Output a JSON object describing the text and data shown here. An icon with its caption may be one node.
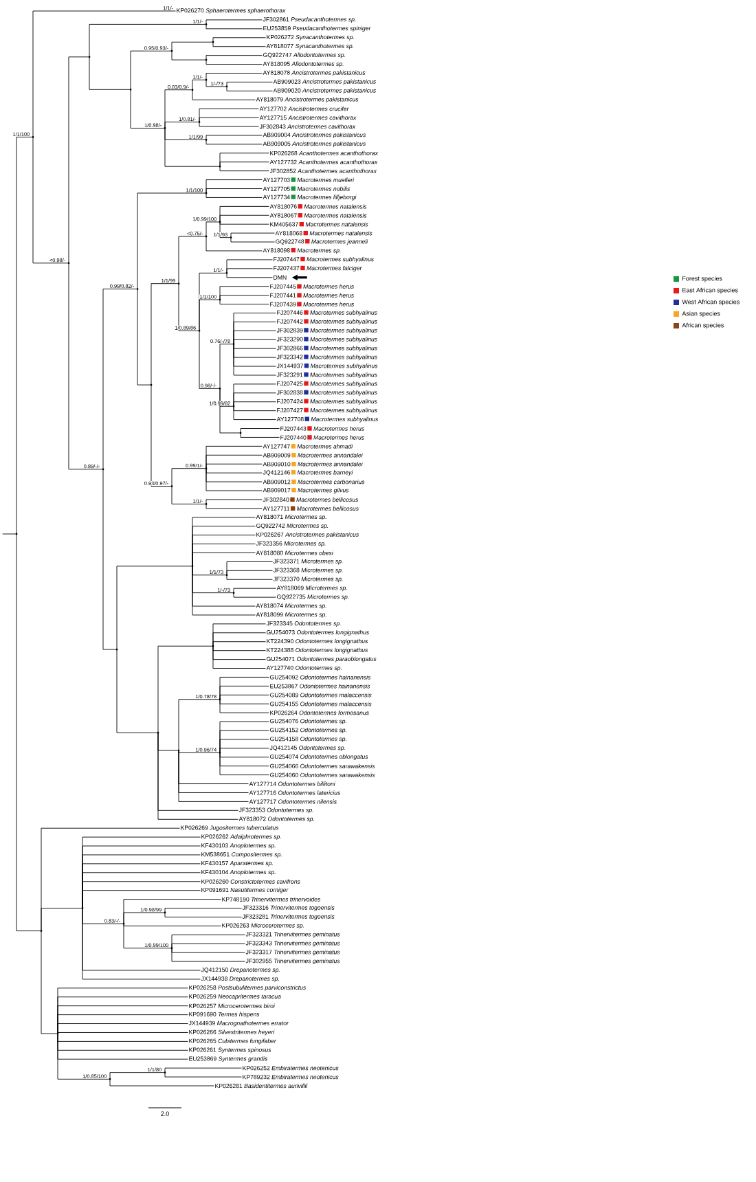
{
  "diagram": {
    "nodes": [
      {
        "text": [
          "KP026270",
          "Sphaerotermes sphaerothorax"
        ]
      },
      {
        "text": [
          "JF302861",
          "Pseudacanthotermes sp."
        ]
      },
      {
        "text": [
          "EU253859",
          "Pseudacanthotermes spiniger"
        ]
      },
      {
        "text": [
          "KP026272",
          "Synacanthotermes sp."
        ]
      },
      {
        "text": [
          "AY818077",
          "Synacanthotermes sp."
        ]
      },
      {
        "text": [
          "GQ922747",
          "Allodontotermes sp."
        ]
      },
      {
        "text": [
          "AY818095",
          "Allodontotermes sp."
        ]
      },
      {
        "text": [
          "AY818078",
          "Ancistrotermes pakistanicus"
        ]
      },
      {
        "text": [
          "AB909023",
          "Ancistrotermes pakistanicus"
        ]
      },
      {
        "text": [
          "AB909020",
          "Ancistrotermes pakistanicus"
        ]
      },
      {
        "text": [
          "AY818079",
          "Ancistrotermes pakistanicus"
        ]
      },
      {
        "text": [
          "AY127702",
          "Ancistrotermes crucifer"
        ]
      },
      {
        "text": [
          "AY127715",
          "Ancistrotermes cavithorax"
        ]
      },
      {
        "text": [
          "JF302843",
          "Ancistrotermes cavithorax"
        ]
      },
      {
        "text": [
          "AB909004",
          "Ancistrotermes pakistanicus"
        ]
      },
      {
        "text": [
          "AB909005",
          "Ancistrotermes pakistanicus"
        ]
      },
      {
        "text": [
          "KP026268",
          "Acanthotermes acanthothorax"
        ]
      },
      {
        "text": [
          "AY127732",
          "Acanthotermes acanthothorax"
        ]
      },
      {
        "text": [
          "JF302852",
          "Acanthotermes acanthothorax"
        ]
      },
      {
        "text": [
          "AY127703",
          "Macrotermes muelleri"
        ]
      },
      {
        "text": [
          "AY127705",
          "Macrotermes nobilis"
        ]
      },
      {
        "text": [
          "AY127734",
          "Macrotermes lilljeborgi"
        ]
      },
      {
        "text": [
          "AY818076",
          "Macrotermes natalensis"
        ]
      },
      {
        "text": [
          "AY818067",
          "Macrotermes natalensis"
        ]
      },
      {
        "text": [
          "KM405637",
          "Macrotermes natalensis"
        ]
      },
      {
        "text": [
          "AY818068",
          "Macrotermes natalensis"
        ]
      },
      {
        "text": [
          "GQ922748",
          "Macrotermes jeanneli"
        ]
      },
      {
        "text": [
          "AY818098",
          "Macrotermes sp."
        ]
      },
      {
        "text": [
          "FJ207447",
          "Macrotermes subhyalinus"
        ]
      },
      {
        "text": [
          "FJ207437",
          "Macrotermes falciger"
        ]
      },
      {
        "text": [
          "DMN"
        ]
      },
      {
        "text": [
          "FJ207445",
          "Macrotermes herus"
        ]
      },
      {
        "text": [
          "FJ207441",
          "Macrotermes herus"
        ]
      },
      {
        "text": [
          "FJ207439",
          "Macrotermes herus"
        ]
      },
      {
        "text": [
          "FJ207446",
          "Macrotermes subhyalinus"
        ]
      },
      {
        "text": [
          "FJ207442",
          "Macrotermes subhyalinus"
        ]
      },
      {
        "text": [
          "JF302839",
          "Macrotermes subhyalinus"
        ]
      },
      {
        "text": [
          "JF323290",
          "Macrotermes subhyalinus"
        ]
      },
      {
        "text": [
          "JF302866",
          "Macrotermes subhyalinus"
        ]
      },
      {
        "text": [
          "JF323342",
          "Macrotermes subhyalinus"
        ]
      },
      {
        "text": [
          "JX144937",
          "Macrotermes subhyalinus"
        ]
      },
      {
        "text": [
          "JF323291",
          "Macrotermes subhyalinus"
        ]
      },
      {
        "text": [
          "FJ207425",
          "Macrotermes subhyalinus"
        ]
      },
      {
        "text": [
          "JF302838",
          "Macrotermes subhyalinus"
        ]
      },
      {
        "text": [
          "FJ207424",
          "Macrotermes subhyalinus"
        ]
      },
      {
        "text": [
          "FJ207427",
          "Macrotermes subhyalinus"
        ]
      },
      {
        "text": [
          "AY127708",
          "Macrotermes subhyalinus"
        ]
      },
      {
        "text": [
          "FJ207443",
          "Macrotermes herus"
        ]
      },
      {
        "text": [
          "FJ207440",
          "Macrotermes herus"
        ]
      },
      {
        "text": [
          "AY127747",
          "Macrotermes ahmadi"
        ]
      },
      {
        "text": [
          "AB909009",
          "Macrotermes annandalei"
        ]
      },
      {
        "text": [
          "AB909010",
          "Macrotermes annandalei"
        ]
      },
      {
        "text": [
          "JQ412146",
          "Macrotermes barneyi"
        ]
      },
      {
        "text": [
          "AB909012",
          "Macrotermes carbonarius"
        ]
      },
      {
        "text": [
          "AB909017",
          "Macrotermes gilvus"
        ]
      },
      {
        "text": [
          "JF302840",
          "Macrotermes bellicosus"
        ]
      },
      {
        "text": [
          "AY127711",
          "Macrotermes bellicosus"
        ]
      },
      {
        "text": [
          "AY818071",
          "Microtermes sp."
        ]
      },
      {
        "text": [
          "GQ922742",
          "Microtermes sp."
        ]
      },
      {
        "text": [
          "KP026267",
          "Ancistrotermes pakistanicus"
        ]
      },
      {
        "text": [
          "JF323356",
          "Microtermes sp."
        ]
      },
      {
        "text": [
          "AY818080",
          "Microtermes obesi"
        ]
      },
      {
        "text": [
          "JF323371",
          "Microtermes sp."
        ]
      },
      {
        "text": [
          "JF323368",
          "Microtermes sp."
        ]
      },
      {
        "text": [
          "JF323370",
          "Microtermes sp."
        ]
      },
      {
        "text": [
          "AY818069",
          "Microtermes sp."
        ]
      },
      {
        "text": [
          "GQ922735",
          "Microtermes sp."
        ]
      },
      {
        "text": [
          "AY818074",
          "Microtermes sp."
        ]
      },
      {
        "text": [
          "AY818099",
          "Microtermes sp."
        ]
      },
      {
        "text": [
          "JF323345",
          "Odontotermes sp."
        ]
      },
      {
        "text": [
          "GU254073",
          "Odontotermes longignathus"
        ]
      },
      {
        "text": [
          "KT224390",
          "Odontotermes longignathus"
        ]
      },
      {
        "text": [
          "KT224388",
          "Odontotermes longignathus"
        ]
      },
      {
        "text": [
          "GU254071",
          "Odontotermes paraoblongatus"
        ]
      },
      {
        "text": [
          "AY127740",
          "Odontotermes sp."
        ]
      },
      {
        "text": [
          "GU254092",
          "Odontotermes hainanensis"
        ]
      },
      {
        "text": [
          "EU253867",
          "Odontotermes hainanensis"
        ]
      },
      {
        "text": [
          "GU254089",
          "Odontotermes malaccensis"
        ]
      },
      {
        "text": [
          "GU254155",
          "Odontotermes malaccensis"
        ]
      },
      {
        "text": [
          "KP026264",
          "Odontotermes formosanus"
        ]
      },
      {
        "text": [
          "GU254076",
          "Odontotermes sp."
        ]
      },
      {
        "text": [
          "GU254152",
          "Odontotermes sp."
        ]
      },
      {
        "text": [
          "GU254158",
          "Odontotermes sp."
        ]
      },
      {
        "text": [
          "JQ412145",
          "Odontotermes sp."
        ]
      },
      {
        "text": [
          "GU254074",
          "Odontotermes oblongatus"
        ]
      },
      {
        "text": [
          "GU254066",
          "Odontotermes sarawakensis"
        ]
      },
      {
        "text": [
          "GU254060",
          "Odontotermes sarawakensis"
        ]
      },
      {
        "text": [
          "AY127714",
          "Odontotermes billitoni"
        ]
      },
      {
        "text": [
          "AY127716",
          "Odontotermes latericius"
        ]
      },
      {
        "text": [
          "AY127717",
          "Odontotermes nilensis"
        ]
      },
      {
        "text": [
          "JF323353",
          "Odontotermes sp."
        ]
      },
      {
        "text": [
          "AY818072",
          "Odontotermes sp."
        ]
      },
      {
        "text": [
          "KP026269",
          "Jugositermes tuberculatus"
        ]
      },
      {
        "text": [
          "KP026262",
          "Adaiphrotermes sp."
        ]
      },
      {
        "text": [
          "KF430103",
          "Anoplotermes sp."
        ]
      },
      {
        "text": [
          "KM538651",
          "Compositermes sp."
        ]
      },
      {
        "text": [
          "KF430157",
          "Aparatermes sp."
        ]
      },
      {
        "text": [
          "KF430104",
          "Anoplotermes sp."
        ]
      },
      {
        "text": [
          "KP026260",
          "Constrictotermes cavifrons"
        ]
      },
      {
        "text": [
          "KP091691",
          "Nasutitermes corniger"
        ]
      },
      {
        "text": [
          "KP748190",
          "Trinervitermes trinervoides"
        ]
      },
      {
        "text": [
          "JF323316",
          "Trinervitermes togoensis"
        ]
      },
      {
        "text": [
          "JF323281",
          "Trinervitermes togoensis"
        ]
      },
      {
        "text": [
          "KP026263",
          "Microcerotermes sp."
        ]
      },
      {
        "text": [
          "JF323321",
          "Trinervitermes geminatus"
        ]
      },
      {
        "text": [
          "JF323343",
          "Trinervitermes geminatus"
        ]
      },
      {
        "text": [
          "JF323317",
          "Trinervitermes geminatus"
        ]
      },
      {
        "text": [
          "JF302955",
          "Trinervitermes geminatus"
        ]
      },
      {
        "text": [
          "JQ412150",
          "Drepanotermes sp."
        ]
      },
      {
        "text": [
          "JX144938",
          "Drepanotermes sp."
        ]
      },
      {
        "text": [
          "KP026258",
          "Postsubulitermes parviconstrictus"
        ]
      },
      {
        "text": [
          "KP026259",
          "Neocapritermes taracua"
        ]
      },
      {
        "text": [
          "KP026257",
          "Microcerotermes biroi"
        ]
      },
      {
        "text": [
          "KP091690",
          "Termes hispens"
        ]
      },
      {
        "text": [
          "JX144939",
          "Macrognathotermes errator"
        ]
      },
      {
        "text": [
          "KP026266",
          "Silvestritermes heyeri"
        ]
      },
      {
        "text": [
          "KP026265",
          "Cubitermes fungifaber"
        ]
      },
      {
        "text": [
          "KP026261",
          "Syntermes spinosus"
        ]
      },
      {
        "text": [
          "EU253869",
          "Syntermes grandis"
        ]
      },
      {
        "text": [
          "KP026252",
          "Embiratermes neotenicus"
        ]
      },
      {
        "text": [
          "KP789232",
          "Embiratermes neotenicus"
        ]
      },
      {
        "text": [
          "KP026281",
          "Basidentitermes aurivillii"
        ]
      },
      {
        "text": [],
        "shape": "dot"
      },
      {
        "text": [],
        "shape": "dot"
      },
      {
        "text": [],
        "shape": "dot"
      },
      {
        "text": [],
        "shape": "dot"
      },
      {
        "text": [],
        "shape": "dot"
      },
      {
        "text": [],
        "shape": "dot"
      },
      {
        "text": [],
        "shape": "dot"
      },
      {
        "text": [],
        "shape": "dot"
      },
      {
        "text": [],
        "shape": "dot"
      },
      {
        "text": [],
        "shape": "dot"
      },
      {
        "text": [],
        "shape": "dot"
      },
      {
        "text": [],
        "shape": "dot"
      },
      {
        "text": [],
        "shape": "dot"
      },
      {
        "text": [],
        "shape": "dot"
      },
      {
        "text": [],
        "shape": "dot"
      },
      {
        "text": [],
        "shape": "dot"
      },
      {
        "text": [],
        "shape": "dot"
      },
      {
        "text": [],
        "shape": "dot"
      },
      {
        "text": [],
        "shape": "dot"
      },
      {
        "text": [],
        "shape": "dot"
      },
      {
        "text": [],
        "shape": "dot"
      },
      {
        "text": [],
        "shape": "dot"
      },
      {
        "text": [],
        "shape": "dot"
      },
      {
        "text": [],
        "shape": "dot"
      },
      {
        "text": [],
        "shape": "dot"
      },
      {
        "text": [],
        "shape": "dot"
      },
      {
        "text": [],
        "shape": "dot"
      },
      {
        "text": [],
        "shape": "dot"
      },
      {
        "text": [],
        "shape": "dot"
      },
      {
        "text": [],
        "shape": "dot"
      },
      {
        "text": [],
        "shape": "dot"
      },
      {
        "text": [],
        "shape": "dot"
      },
      {
        "text": [],
        "shape": "dot"
      },
      {
        "text": [],
        "shape": "dot"
      },
      {
        "text": [],
        "shape": "dot"
      },
      {
        "text": [],
        "shape": "dot"
      },
      {
        "text": [],
        "shape": "dot"
      },
      {
        "text": [],
        "shape": "dot"
      },
      {
        "text": [],
        "shape": "dot"
      },
      {
        "text": [],
        "shape": "dot"
      },
      {
        "text": [],
        "shape": "dot"
      },
      {
        "text": [],
        "shape": "dot"
      },
      {
        "text": [],
        "shape": "dot"
      },
      {
        "text": [],
        "shape": "dot"
      },
      {
        "text": [],
        "shape": "dot"
      },
      {
        "text": [],
        "shape": "dot"
      },
      {
        "text": [],
        "shape": "dot"
      },
      {
        "text": [],
        "shape": "dot"
      },
      {
        "text": [],
        "shape": "dot"
      },
      {
        "text": [],
        "shape": "dot"
      },
      {
        "text": [],
        "shape": "dot"
      }
    ],
    "edges": [
      {
        "from": null,
        "to": 122,
        "arrow": "none"
      },
      {
        "from": 122,
        "to": 123,
        "arrow": "none",
        "label": "1/1/100"
      },
      {
        "from": 122,
        "to": 165,
        "arrow": "none"
      },
      {
        "from": 123,
        "to": 0,
        "arrow": "none",
        "label": "1/1/-"
      },
      {
        "from": 123,
        "to": 124,
        "arrow": "none",
        "label": "<0.98/-"
      },
      {
        "from": 124,
        "to": 125,
        "arrow": "none"
      },
      {
        "from": 124,
        "to": 138,
        "arrow": "none",
        "label": "0.89/-/-"
      },
      {
        "from": 125,
        "to": 126,
        "arrow": "none",
        "label": "1/1/-"
      },
      {
        "from": 125,
        "to": 127,
        "arrow": "none"
      },
      {
        "from": 126,
        "to": 1,
        "arrow": "none"
      },
      {
        "from": 126,
        "to": 2,
        "arrow": "none"
      },
      {
        "from": 127,
        "to": 128,
        "arrow": "none",
        "label": "0.95/0.93/-"
      },
      {
        "from": 127,
        "to": 131,
        "arrow": "none",
        "label": "1/0.98/-"
      },
      {
        "from": 128,
        "to": 129,
        "arrow": "none"
      },
      {
        "from": 128,
        "to": 130,
        "arrow": "none"
      },
      {
        "from": 129,
        "to": 3,
        "arrow": "none"
      },
      {
        "from": 129,
        "to": 4,
        "arrow": "none"
      },
      {
        "from": 130,
        "to": 5,
        "arrow": "none"
      },
      {
        "from": 130,
        "to": 6,
        "arrow": "none"
      },
      {
        "from": 131,
        "to": 132,
        "arrow": "none",
        "label": "0.83/0.9/-"
      },
      {
        "from": 131,
        "to": 135,
        "arrow": "none",
        "label": "1/0.81/-"
      },
      {
        "from": 131,
        "to": 136,
        "arrow": "none",
        "label": "1/1/99"
      },
      {
        "from": 131,
        "to": 137,
        "arrow": "none"
      },
      {
        "from": 132,
        "to": 133,
        "arrow": "none",
        "label": "1/1/-"
      },
      {
        "from": 132,
        "to": 10,
        "arrow": "none"
      },
      {
        "from": 133,
        "to": 7,
        "arrow": "none"
      },
      {
        "from": 133,
        "to": 134,
        "arrow": "none",
        "label": "1/-/73"
      },
      {
        "from": 134,
        "to": 8,
        "arrow": "none"
      },
      {
        "from": 134,
        "to": 9,
        "arrow": "none"
      },
      {
        "from": 135,
        "to": 11,
        "arrow": "none"
      },
      {
        "from": 135,
        "to": 12,
        "arrow": "none"
      },
      {
        "from": 135,
        "to": 13,
        "arrow": "none"
      },
      {
        "from": 136,
        "to": 14,
        "arrow": "none"
      },
      {
        "from": 136,
        "to": 15,
        "arrow": "none"
      },
      {
        "from": 137,
        "to": 16,
        "arrow": "none"
      },
      {
        "from": 137,
        "to": 17,
        "arrow": "none"
      },
      {
        "from": 137,
        "to": 18,
        "arrow": "none"
      },
      {
        "from": 138,
        "to": 139,
        "arrow": "none",
        "label": "0.99/0.82/-"
      },
      {
        "from": 138,
        "to": 156,
        "arrow": "none"
      },
      {
        "from": 139,
        "to": 140,
        "arrow": "none",
        "label": "1/1/100"
      },
      {
        "from": 139,
        "to": 141,
        "arrow": "none"
      },
      {
        "from": 140,
        "to": 19,
        "arrow": "none"
      },
      {
        "from": 140,
        "to": 20,
        "arrow": "none"
      },
      {
        "from": 140,
        "to": 21,
        "arrow": "none"
      },
      {
        "from": 141,
        "to": 142,
        "arrow": "none",
        "label": "1/1/99"
      },
      {
        "from": 141,
        "to": 153,
        "arrow": "none",
        "label": "0.93/0.97/-"
      },
      {
        "from": 142,
        "to": 143,
        "arrow": "none",
        "label": "<0.75/-"
      },
      {
        "from": 142,
        "to": 146,
        "arrow": "none",
        "label": "1/0.89/86"
      },
      {
        "from": 143,
        "to": 144,
        "arrow": "none",
        "label": "1/0.99/100"
      },
      {
        "from": 143,
        "to": 27,
        "arrow": "none"
      },
      {
        "from": 144,
        "to": 22,
        "arrow": "none"
      },
      {
        "from": 144,
        "to": 23,
        "arrow": "none"
      },
      {
        "from": 144,
        "to": 24,
        "arrow": "none"
      },
      {
        "from": 144,
        "to": 145,
        "arrow": "none",
        "label": "1/1/93"
      },
      {
        "from": 145,
        "to": 25,
        "arrow": "none"
      },
      {
        "from": 145,
        "to": 26,
        "arrow": "none"
      },
      {
        "from": 146,
        "to": 147,
        "arrow": "none",
        "label": "1/1/-"
      },
      {
        "from": 146,
        "to": 148,
        "arrow": "none",
        "label": "1/1/100"
      },
      {
        "from": 146,
        "to": 149,
        "arrow": "none",
        "label": "0.98/-/-"
      },
      {
        "from": 147,
        "to": 28,
        "arrow": "none"
      },
      {
        "from": 147,
        "to": 29,
        "arrow": "none"
      },
      {
        "from": 147,
        "to": 30,
        "arrow": "none"
      },
      {
        "from": 148,
        "to": 31,
        "arrow": "none"
      },
      {
        "from": 148,
        "to": 32,
        "arrow": "none"
      },
      {
        "from": 148,
        "to": 33,
        "arrow": "none"
      },
      {
        "from": 149,
        "to": 150,
        "arrow": "none",
        "label": "0.76/-/78"
      },
      {
        "from": 149,
        "to": 151,
        "arrow": "none",
        "label": "1/0.99/82"
      },
      {
        "from": 149,
        "to": 152,
        "arrow": "none"
      },
      {
        "from": 150,
        "to": 34,
        "arrow": "none"
      },
      {
        "from": 150,
        "to": 35,
        "arrow": "none"
      },
      {
        "from": 150,
        "to": 36,
        "arrow": "none"
      },
      {
        "from": 150,
        "to": 37,
        "arrow": "none"
      },
      {
        "from": 150,
        "to": 38,
        "arrow": "none"
      },
      {
        "from": 150,
        "to": 39,
        "arrow": "none"
      },
      {
        "from": 150,
        "to": 40,
        "arrow": "none"
      },
      {
        "from": 150,
        "to": 41,
        "arrow": "none"
      },
      {
        "from": 151,
        "to": 42,
        "arrow": "none"
      },
      {
        "from": 151,
        "to": 43,
        "arrow": "none"
      },
      {
        "from": 151,
        "to": 44,
        "arrow": "none"
      },
      {
        "from": 151,
        "to": 45,
        "arrow": "none"
      },
      {
        "from": 151,
        "to": 46,
        "arrow": "none"
      },
      {
        "from": 152,
        "to": 47,
        "arrow": "none"
      },
      {
        "from": 152,
        "to": 48,
        "arrow": "none"
      },
      {
        "from": 153,
        "to": 154,
        "arrow": "none",
        "label": "0.99/1/-"
      },
      {
        "from": 153,
        "to": 155,
        "arrow": "none",
        "label": "1/1/-"
      },
      {
        "from": 154,
        "to": 49,
        "arrow": "none"
      },
      {
        "from": 154,
        "to": 50,
        "arrow": "none"
      },
      {
        "from": 154,
        "to": 51,
        "arrow": "none"
      },
      {
        "from": 154,
        "to": 52,
        "arrow": "none"
      },
      {
        "from": 154,
        "to": 53,
        "arrow": "none"
      },
      {
        "from": 154,
        "to": 54,
        "arrow": "none"
      },
      {
        "from": 155,
        "to": 55,
        "arrow": "none"
      },
      {
        "from": 155,
        "to": 56,
        "arrow": "none"
      },
      {
        "from": 156,
        "to": 157,
        "arrow": "none"
      },
      {
        "from": 156,
        "to": 160,
        "arrow": "none"
      },
      {
        "from": 157,
        "to": 57,
        "arrow": "none"
      },
      {
        "from": 157,
        "to": 58,
        "arrow": "none"
      },
      {
        "from": 157,
        "to": 59,
        "arrow": "none"
      },
      {
        "from": 157,
        "to": 60,
        "arrow": "none"
      },
      {
        "from": 157,
        "to": 61,
        "arrow": "none"
      },
      {
        "from": 157,
        "to": 158,
        "arrow": "none",
        "label": "1/1/73"
      },
      {
        "from": 157,
        "to": 159,
        "arrow": "none",
        "label": "1/-/73"
      },
      {
        "from": 157,
        "to": 67,
        "arrow": "none"
      },
      {
        "from": 157,
        "to": 68,
        "arrow": "none"
      },
      {
        "from": 158,
        "to": 62,
        "arrow": "none"
      },
      {
        "from": 158,
        "to": 63,
        "arrow": "none"
      },
      {
        "from": 158,
        "to": 64,
        "arrow": "none"
      },
      {
        "from": 159,
        "to": 65,
        "arrow": "none"
      },
      {
        "from": 159,
        "to": 66,
        "arrow": "none"
      },
      {
        "from": 160,
        "to": 161,
        "arrow": "none"
      },
      {
        "from": 160,
        "to": 162,
        "arrow": "none"
      },
      {
        "from": 160,
        "to": 90,
        "arrow": "none"
      },
      {
        "from": 160,
        "to": 91,
        "arrow": "none"
      },
      {
        "from": 161,
        "to": 69,
        "arrow": "none"
      },
      {
        "from": 161,
        "to": 70,
        "arrow": "none"
      },
      {
        "from": 161,
        "to": 71,
        "arrow": "none"
      },
      {
        "from": 161,
        "to": 72,
        "arrow": "none"
      },
      {
        "from": 161,
        "to": 73,
        "arrow": "none"
      },
      {
        "from": 161,
        "to": 74,
        "arrow": "none"
      },
      {
        "from": 162,
        "to": 163,
        "arrow": "none",
        "label": "1/0.78/78"
      },
      {
        "from": 162,
        "to": 164,
        "arrow": "none",
        "label": "1/0.96/74"
      },
      {
        "from": 162,
        "to": 87,
        "arrow": "none"
      },
      {
        "from": 162,
        "to": 88,
        "arrow": "none"
      },
      {
        "from": 162,
        "to": 89,
        "arrow": "none"
      },
      {
        "from": 163,
        "to": 75,
        "arrow": "none"
      },
      {
        "from": 163,
        "to": 76,
        "arrow": "none"
      },
      {
        "from": 163,
        "to": 77,
        "arrow": "none"
      },
      {
        "from": 163,
        "to": 78,
        "arrow": "none"
      },
      {
        "from": 163,
        "to": 79,
        "arrow": "none"
      },
      {
        "from": 164,
        "to": 80,
        "arrow": "none"
      },
      {
        "from": 164,
        "to": 81,
        "arrow": "none"
      },
      {
        "from": 164,
        "to": 82,
        "arrow": "none"
      },
      {
        "from": 164,
        "to": 83,
        "arrow": "none"
      },
      {
        "from": 164,
        "to": 84,
        "arrow": "none"
      },
      {
        "from": 164,
        "to": 85,
        "arrow": "none"
      },
      {
        "from": 164,
        "to": 86,
        "arrow": "none"
      },
      {
        "from": 165,
        "to": 92,
        "arrow": "none"
      },
      {
        "from": 165,
        "to": 166,
        "arrow": "none"
      },
      {
        "from": 165,
        "to": 170,
        "arrow": "none"
      },
      {
        "from": 166,
        "to": 93,
        "arrow": "none"
      },
      {
        "from": 166,
        "to": 94,
        "arrow": "none"
      },
      {
        "from": 166,
        "to": 95,
        "arrow": "none"
      },
      {
        "from": 166,
        "to": 96,
        "arrow": "none"
      },
      {
        "from": 166,
        "to": 97,
        "arrow": "none"
      },
      {
        "from": 166,
        "to": 98,
        "arrow": "none"
      },
      {
        "from": 166,
        "to": 99,
        "arrow": "none"
      },
      {
        "from": 166,
        "to": 167,
        "arrow": "none",
        "label": "0.83/-/-"
      },
      {
        "from": 166,
        "to": 108,
        "arrow": "none"
      },
      {
        "from": 166,
        "to": 109,
        "arrow": "none"
      },
      {
        "from": 167,
        "to": 100,
        "arrow": "none"
      },
      {
        "from": 167,
        "to": 168,
        "arrow": "none",
        "label": "1/0.98/99"
      },
      {
        "from": 167,
        "to": 103,
        "arrow": "none"
      },
      {
        "from": 167,
        "to": 169,
        "arrow": "none",
        "label": "1/0.99/100"
      },
      {
        "from": 168,
        "to": 101,
        "arrow": "none"
      },
      {
        "from": 168,
        "to": 102,
        "arrow": "none"
      },
      {
        "from": 169,
        "to": 104,
        "arrow": "none"
      },
      {
        "from": 169,
        "to": 105,
        "arrow": "none"
      },
      {
        "from": 169,
        "to": 106,
        "arrow": "none"
      },
      {
        "from": 169,
        "to": 107,
        "arrow": "none"
      },
      {
        "from": 170,
        "to": 110,
        "arrow": "none"
      },
      {
        "from": 170,
        "to": 111,
        "arrow": "none"
      },
      {
        "from": 170,
        "to": 112,
        "arrow": "none"
      },
      {
        "from": 170,
        "to": 113,
        "arrow": "none"
      },
      {
        "from": 170,
        "to": 114,
        "arrow": "none"
      },
      {
        "from": 170,
        "to": 115,
        "arrow": "none"
      },
      {
        "from": 170,
        "to": 116,
        "arrow": "none"
      },
      {
        "from": 170,
        "to": 117,
        "arrow": "none"
      },
      {
        "from": 170,
        "to": 118,
        "arrow": "none"
      },
      {
        "from": 170,
        "to": 171,
        "arrow": "none",
        "label": "1/0.85/100"
      },
      {
        "from": 171,
        "to": 172,
        "arrow": "none",
        "label": "1/1/80"
      },
      {
        "from": 171,
        "to": 121,
        "arrow": "none"
      },
      {
        "from": 172,
        "to": 119,
        "arrow": "none"
      },
      {
        "from": 172,
        "to": 120,
        "arrow": "none"
      }
    ],
    "labels": [
      "2.0"
    ],
    "legend": [
      {
        "text": "Forest species",
        "color": "#1a9641"
      },
      {
        "text": "East African species",
        "color": "#e41a1c"
      },
      {
        "text": "West African species",
        "color": "#1f2f9c"
      },
      {
        "text": "Asian species",
        "color": "#f5a623"
      },
      {
        "text": "African species",
        "color": "#8b4513"
      }
    ]
  }
}
